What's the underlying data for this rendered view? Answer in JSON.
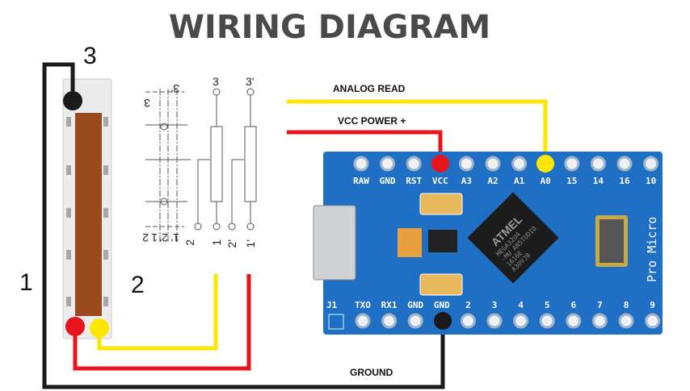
{
  "title": "WIRING DIAGRAM",
  "labels": {
    "analog_read": "ANALOG READ",
    "vcc_power": "VCC POWER +",
    "ground": "GROUND",
    "fader_pin_1": "1",
    "fader_pin_2": "2",
    "fader_pin_3": "3"
  },
  "schematic": {
    "top_labels": [
      "3",
      "3'"
    ],
    "bottom_labels": [
      "2",
      "1",
      "2'",
      "1'"
    ],
    "mirrored_top": [
      "3",
      "3'"
    ],
    "mirrored_bottom": [
      "2",
      "1",
      "2'",
      "1'"
    ]
  },
  "board": {
    "name": "Pro Micro",
    "chip_text": [
      "ATMEL",
      "MEGA32U4",
      "-MU AN5TUDIO",
      "1616E",
      "A30VJ8"
    ],
    "top_pins": [
      "RAW",
      "GND",
      "RST",
      "VCC",
      "A3",
      "A2",
      "A1",
      "A0",
      "15",
      "14",
      "16",
      "10"
    ],
    "bottom_header": "J1",
    "bottom_pins": [
      "TXO",
      "RX1",
      "GND",
      "GND",
      "2",
      "3",
      "4",
      "5",
      "6",
      "7",
      "8",
      "9"
    ]
  },
  "colors": {
    "analog_wire": "#ffe600",
    "vcc_wire": "#e8141c",
    "ground_wire": "#1a1a1a",
    "board": "#1f6fc4",
    "fader_track": "#9a4a1e"
  }
}
